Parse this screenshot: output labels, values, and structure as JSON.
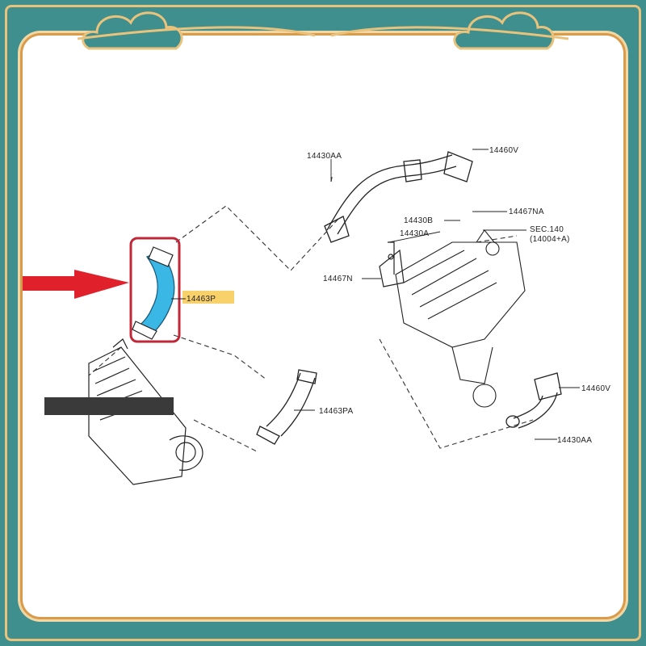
{
  "labels": {
    "p14430AA_top": "14430AA",
    "p14460V_top": "14460V",
    "p14467NA": "14467NA",
    "p14430B": "14430B",
    "p14430A": "14430A",
    "sec": "SEC.140",
    "sec_sub": "(14004+A)",
    "p14467N": "14467N",
    "p14463P": "14463P",
    "p14463PA": "14463PA",
    "p14460V_right": "14460V",
    "p14430AA_bottom": "14430AA"
  },
  "colors": {
    "frame_teal": "#3f8f8e",
    "frame_gold": "#e9c27c",
    "highlight_box": "#c0283a",
    "highlight_part": "#3bb7e6",
    "arrow": "#e0202a",
    "label_highlight": "#f7c23a",
    "redaction_bar": "#3a3a3a"
  },
  "icons": [
    "cloud-ornament-icon",
    "red-arrow-icon"
  ]
}
